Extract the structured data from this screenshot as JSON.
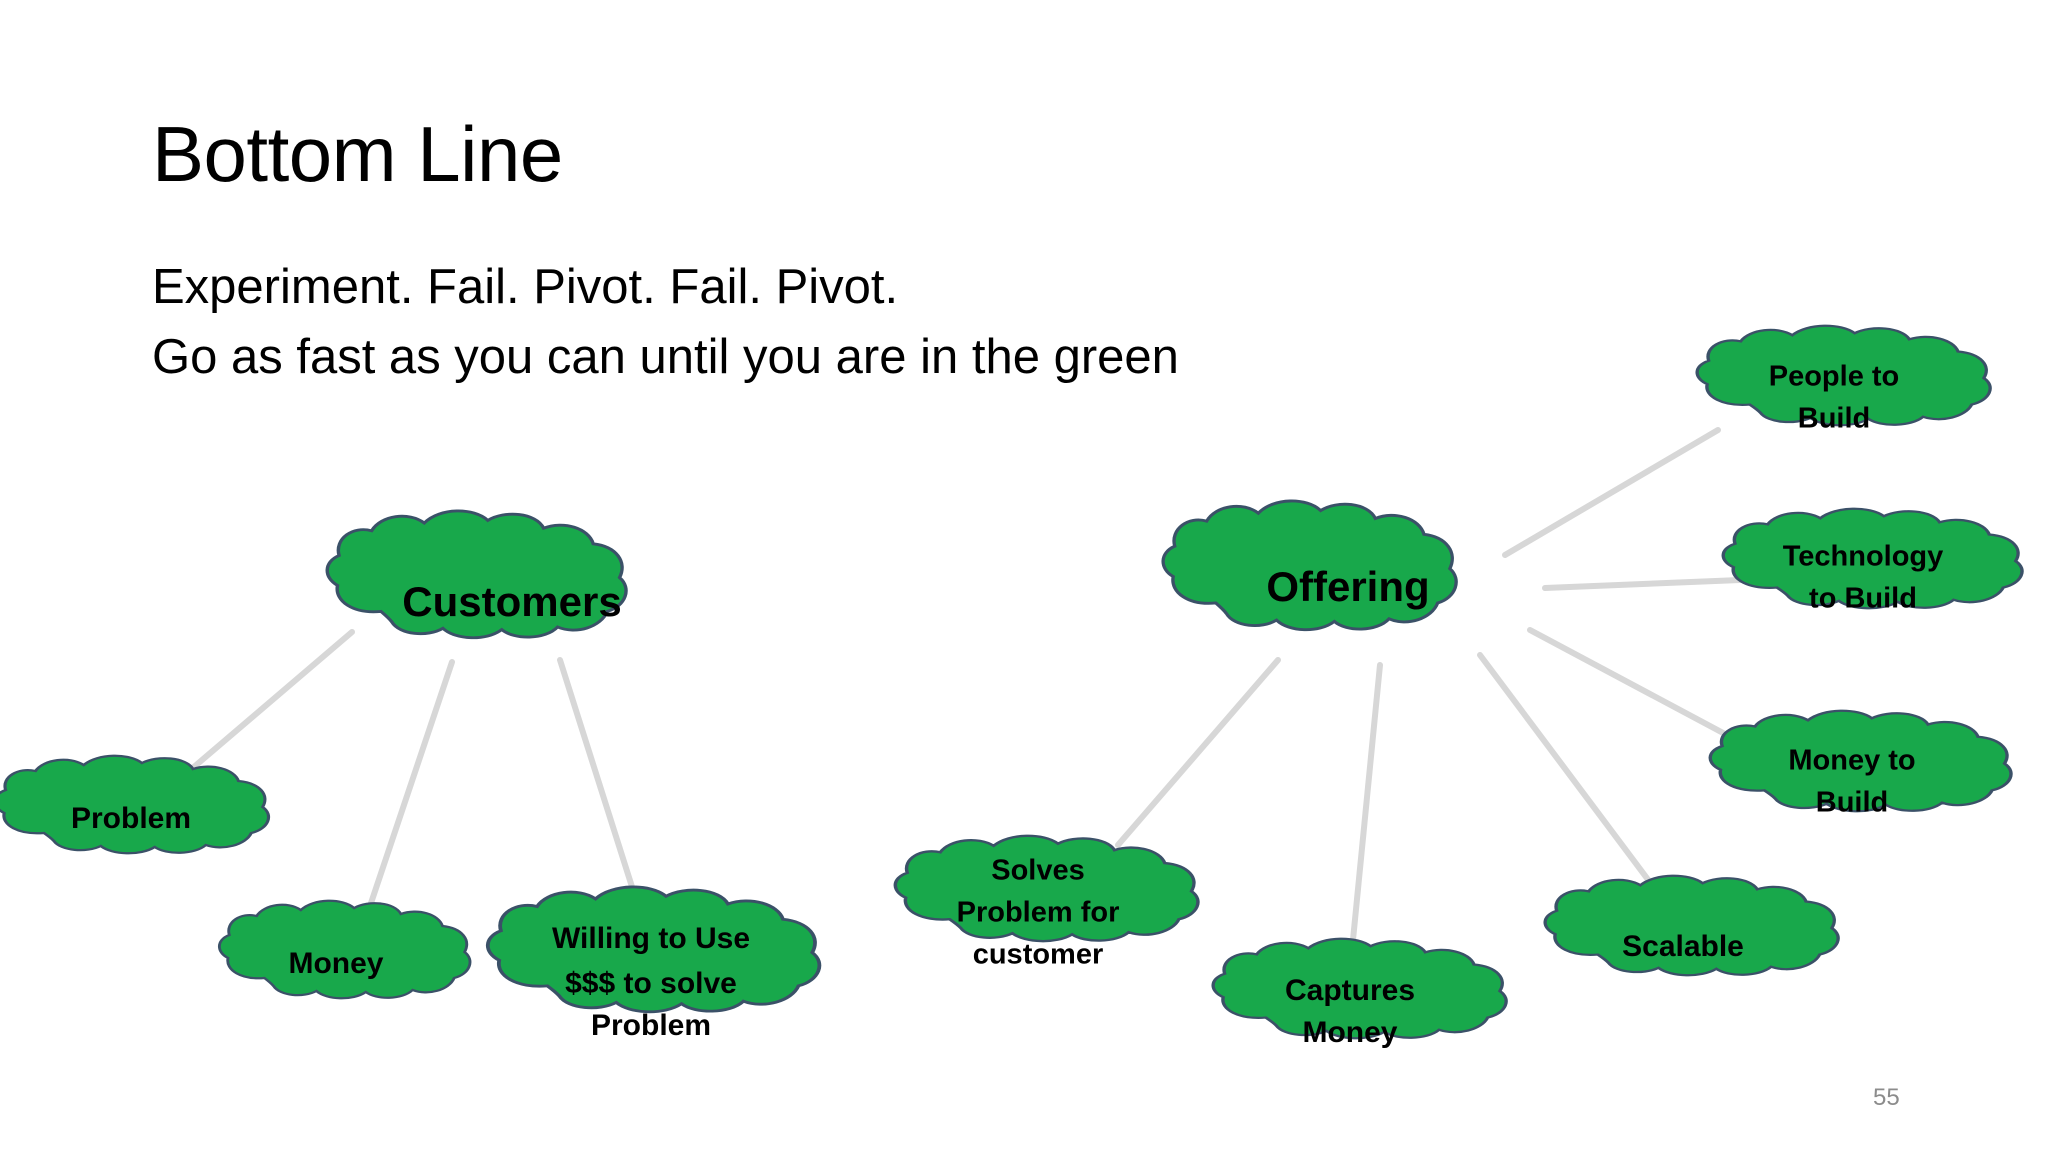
{
  "slide": {
    "title": "Bottom Line",
    "body_lines": [
      "Experiment.  Fail. Pivot.  Fail.  Pivot.",
      "Go as fast as you can until you are in the green"
    ],
    "page_number": "55",
    "colors": {
      "cloud_fill": "#18A84B",
      "cloud_stroke": "#3B5168",
      "connector": "#D7D7D7",
      "text": "#000000",
      "page_number": "#8C8C8C",
      "background": "#FFFFFF"
    }
  },
  "diagram": {
    "type": "mind-map",
    "clusters": [
      {
        "id": "customers",
        "root": "Customers",
        "children": [
          "Problem",
          "Money",
          "Willing to Use $$$ to solve Problem"
        ]
      },
      {
        "id": "offering",
        "root": "Offering",
        "children": [
          "People to Build",
          "Technology to Build",
          "Money to Build",
          "Scalable",
          "Captures Money",
          "Solves Problem for customer"
        ]
      }
    ],
    "nodes": {
      "customers": {
        "label": "Customers",
        "lines": [
          "Customers"
        ]
      },
      "problem": {
        "label": "Problem",
        "lines": [
          "Problem"
        ]
      },
      "money": {
        "label": "Money",
        "lines": [
          "Money"
        ]
      },
      "willing": {
        "label": "Willing to Use $$$ to solve Problem",
        "lines": [
          "Willing to Use",
          "$$$ to solve",
          "Problem"
        ]
      },
      "offering": {
        "label": "Offering",
        "lines": [
          "Offering"
        ]
      },
      "people_to_build": {
        "label": "People to Build",
        "lines": [
          "People to",
          "Build"
        ]
      },
      "technology_to_build": {
        "label": "Technology to Build",
        "lines": [
          "Technology",
          "to Build"
        ]
      },
      "money_to_build": {
        "label": "Money to Build",
        "lines": [
          "Money to",
          "Build"
        ]
      },
      "scalable": {
        "label": "Scalable",
        "lines": [
          "Scalable"
        ]
      },
      "captures_money": {
        "label": "Captures Money",
        "lines": [
          "Captures",
          "Money"
        ]
      },
      "solves_problem": {
        "label": "Solves Problem for customer",
        "lines": [
          "Solves",
          "Problem for",
          "customer"
        ]
      }
    }
  }
}
